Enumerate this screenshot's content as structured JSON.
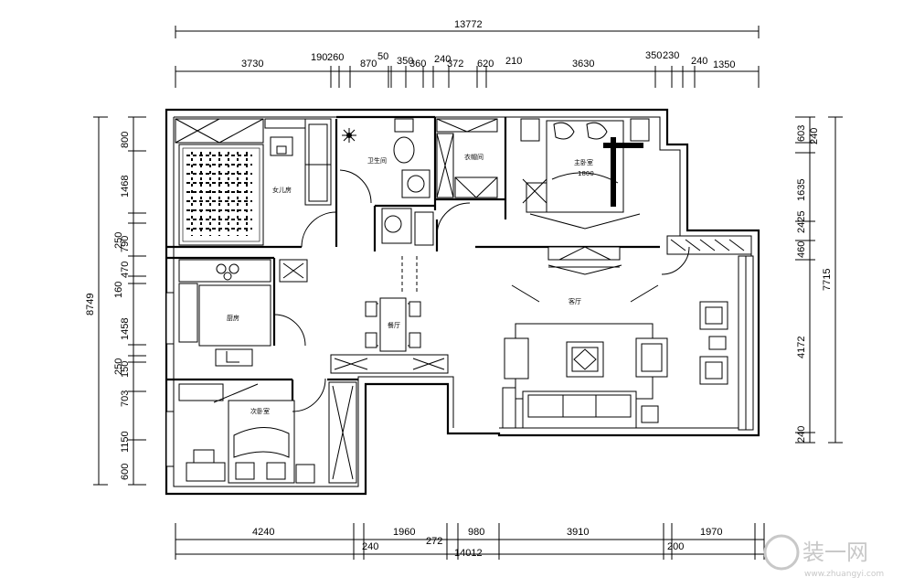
{
  "dimensions": {
    "top_total": "13772",
    "top_segments": [
      "3730",
      "190",
      "260",
      "870",
      "50",
      "350",
      "360",
      "240",
      "372",
      "620",
      "210",
      "3630",
      "350",
      "230",
      "240",
      "1350"
    ],
    "bottom_total": "14012",
    "bottom_segments": [
      "4240",
      "1960",
      "980",
      "3910",
      "1970"
    ],
    "bottom_small": [
      "240",
      "272",
      "200"
    ],
    "left_total": "8749",
    "left_segments": [
      "800",
      "1468",
      "250",
      "790",
      "470",
      "160",
      "1458",
      "250",
      "150",
      "703",
      "1150",
      "600"
    ],
    "right_total": "7715",
    "right_segments": [
      "603",
      "240",
      "1635",
      "2425",
      "460",
      "4172",
      "240"
    ]
  },
  "rooms": {
    "daughter": "女儿房",
    "bathroom": "卫生间",
    "cloakroom": "衣帽间",
    "master": "主卧室",
    "master_bed": "1800",
    "kitchen": "厨房",
    "dining": "餐厅",
    "living": "客厅",
    "second": "次卧室"
  },
  "watermark": "装一网",
  "watermark_url": "www.zhuangyi.com"
}
